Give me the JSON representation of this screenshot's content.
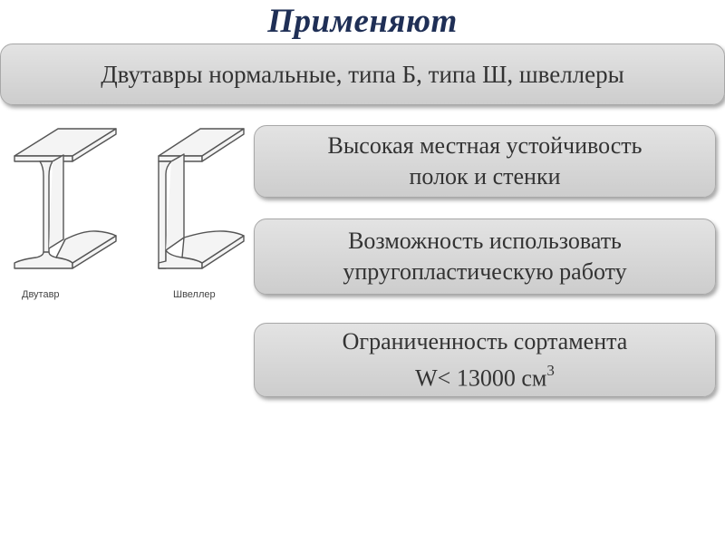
{
  "title": "Применяют",
  "banner": "Двутавры нормальные, типа Б, типа Ш, швеллеры",
  "boxes": [
    {
      "line1": "Высокая местная устойчивость",
      "line2": "полок и стенки"
    },
    {
      "line1": "Возможность использовать",
      "line2": "упругопластическую работу"
    },
    {
      "line1": "Ограниченность сортамента",
      "line2": "W< 13000 см",
      "sup": "3"
    }
  ],
  "figures": {
    "ibeam_caption": "Двутавр",
    "channel_caption": "Швеллер"
  }
}
